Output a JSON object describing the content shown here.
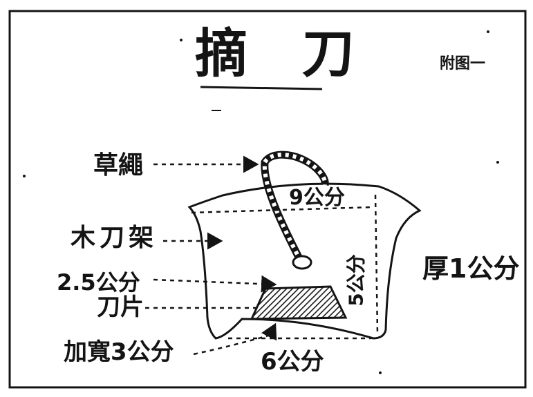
{
  "title": "摘 刀",
  "figure_label": "附图一",
  "labels": {
    "straw_rope": "草繩",
    "wooden_holder": "木刀架",
    "width_2_5": "2.5公分",
    "blade": "刀片",
    "widen_3": "加寬3公分",
    "top_width": "9公分",
    "height": "5公分",
    "bottom_width": "6公分",
    "thickness": "厚1公分"
  },
  "colors": {
    "ink": "#141414",
    "paper": "#ffffff"
  }
}
